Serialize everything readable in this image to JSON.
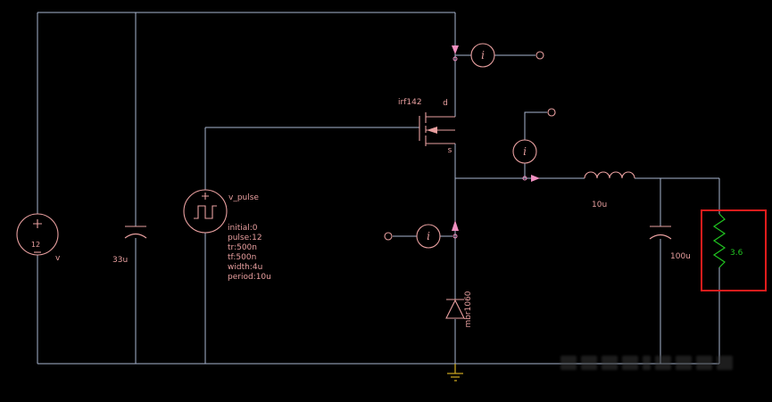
{
  "colors": {
    "background": "#000000",
    "wire": "#a8b6d0",
    "component": "#e89f9f",
    "probe_arrow": "#f08fc0",
    "resistor": "#21c421",
    "annotation_box": "#e51c1c",
    "ground": "#c8a41f",
    "watermark": "#3a3a3a"
  },
  "schematic": {
    "probe_label": "i",
    "input_source": {
      "value": "12",
      "name": "v"
    },
    "input_cap": {
      "value": "33u"
    },
    "pulse_source": {
      "name": "v_pulse",
      "params": [
        "initial:0",
        "pulse:12",
        "tr:500n",
        "tf:500n",
        "width:4u",
        "period:10u"
      ]
    },
    "mosfet": {
      "name": "irf142",
      "drain_pin": "d",
      "source_pin": "s"
    },
    "diode": {
      "name": "mbr1060"
    },
    "inductor": {
      "value": "10u"
    },
    "output_cap": {
      "value": "100u"
    },
    "load_resistor": {
      "value": "3.6"
    }
  }
}
